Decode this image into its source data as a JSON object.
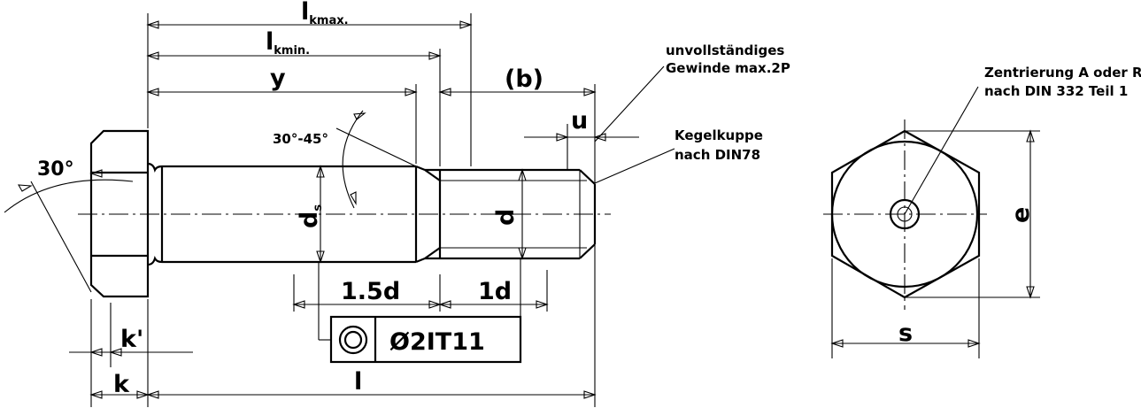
{
  "labels": {
    "lkmax": "l",
    "lkmax_sub": "kmax.",
    "lkmin": "l",
    "lkmin_sub": "kmin.",
    "y": "y",
    "b": "(b)",
    "u": "u",
    "angle_head": "30°",
    "angle_chamfer": "30°-45°",
    "ds": "d",
    "ds_sub": "s",
    "d": "d",
    "len_15d": "1.5d",
    "len_1d": "1d",
    "tolerance": "Ø2IT11",
    "k_prime": "k'",
    "k": "k",
    "l": "l",
    "e": "e",
    "s": "s"
  },
  "notes": {
    "thread_line1": "unvollständiges",
    "thread_line2": "Gewinde max.2P",
    "cone_line1": "Kegelkuppe",
    "cone_line2": "nach DIN78",
    "center_line1": "Zentrierung A oder R",
    "center_line2": "nach DIN 332 Teil 1"
  }
}
